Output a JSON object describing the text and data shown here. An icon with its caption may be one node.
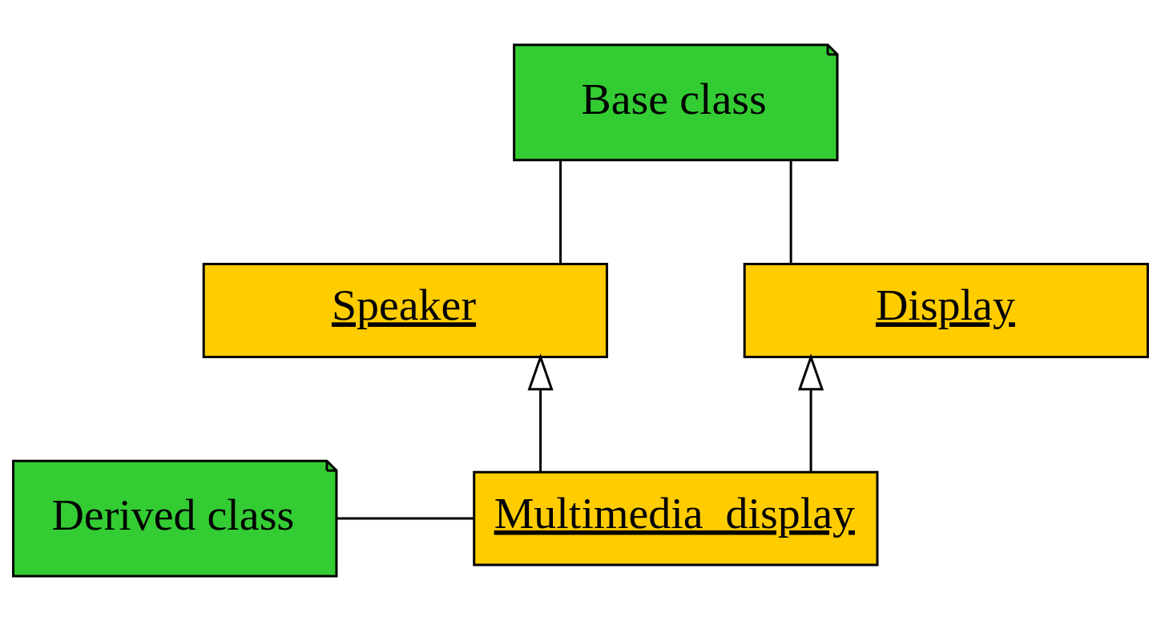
{
  "diagram": {
    "nodes": [
      {
        "text": [
          "Base class"
        ]
      },
      {
        "text": [
          "Speaker"
        ]
      },
      {
        "text": [
          "Display"
        ]
      },
      {
        "text": [
          "Multimedia_display"
        ]
      },
      {
        "text": [
          "Derived class"
        ]
      }
    ],
    "edges": [
      {
        "from": 0,
        "to": 1,
        "arrow": "none"
      },
      {
        "from": 0,
        "to": 2,
        "arrow": "none"
      },
      {
        "from": 3,
        "to": 1,
        "arrow": "to"
      },
      {
        "from": 3,
        "to": 2,
        "arrow": "to"
      },
      {
        "from": 4,
        "to": 3,
        "arrow": "none"
      }
    ]
  }
}
